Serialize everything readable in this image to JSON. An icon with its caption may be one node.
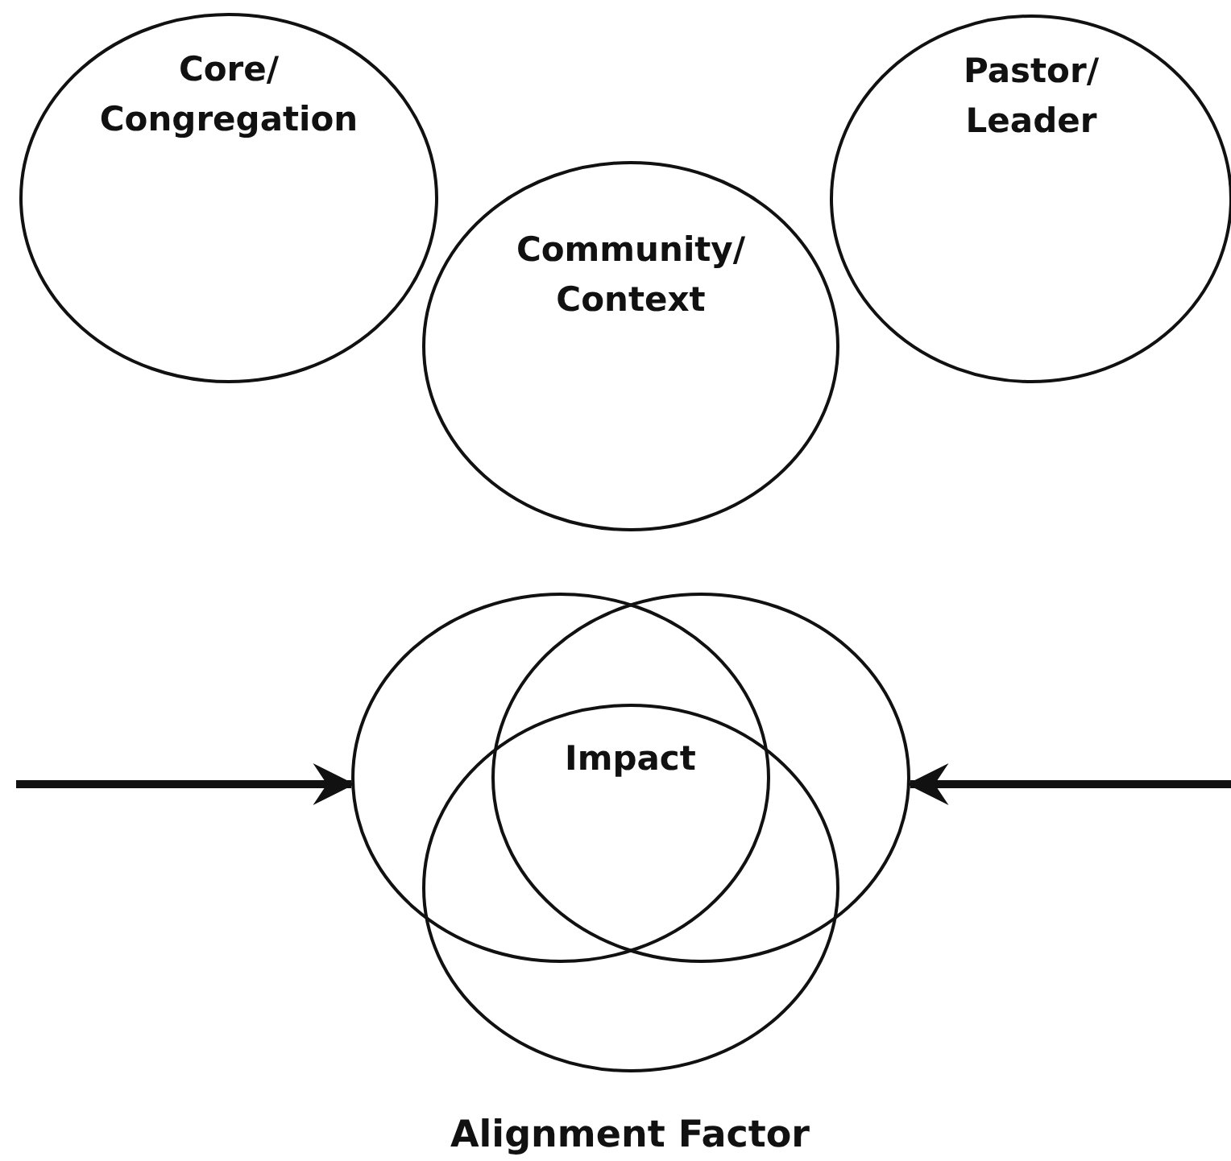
{
  "diagram": {
    "caption": "Alignment Factor",
    "nodes": [
      {
        "text": [
          "Core/ Congregation"
        ]
      },
      {
        "text": [
          "Community/ Context"
        ]
      },
      {
        "text": [
          "Pastor/ Leader"
        ]
      },
      {
        "text": [],
        "shape": "circle"
      },
      {
        "text": [],
        "shape": "circle"
      },
      {
        "text": [],
        "shape": "circle"
      }
    ],
    "edges": [
      {
        "from": null,
        "to": 3,
        "arrow": "to"
      },
      {
        "from": null,
        "to": 4,
        "arrow": "to"
      }
    ],
    "labels": [
      "Impact"
    ]
  }
}
